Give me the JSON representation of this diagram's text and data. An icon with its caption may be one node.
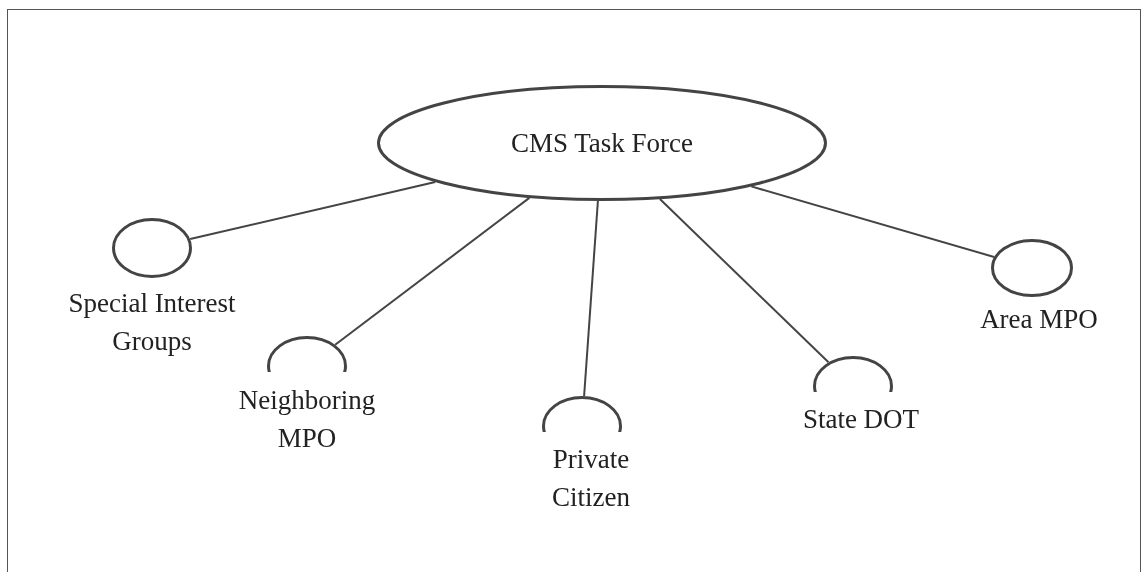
{
  "diagram": {
    "nodes": [
      {
        "text": [
          "CMS Task Force"
        ]
      },
      {
        "text": [
          "Special Interest Groups"
        ]
      },
      {
        "text": [
          "Neighboring MPO"
        ]
      },
      {
        "text": [
          "Private Citizen"
        ]
      },
      {
        "text": [
          "State DOT"
        ]
      },
      {
        "text": [
          "Area MPO"
        ]
      }
    ],
    "edges": [
      {
        "from": 0,
        "to": 1,
        "arrow": "none"
      },
      {
        "from": 0,
        "to": 2,
        "arrow": "none"
      },
      {
        "from": 0,
        "to": 3,
        "arrow": "none"
      },
      {
        "from": 0,
        "to": 4,
        "arrow": "none"
      },
      {
        "from": 0,
        "to": 5,
        "arrow": "none"
      }
    ]
  }
}
